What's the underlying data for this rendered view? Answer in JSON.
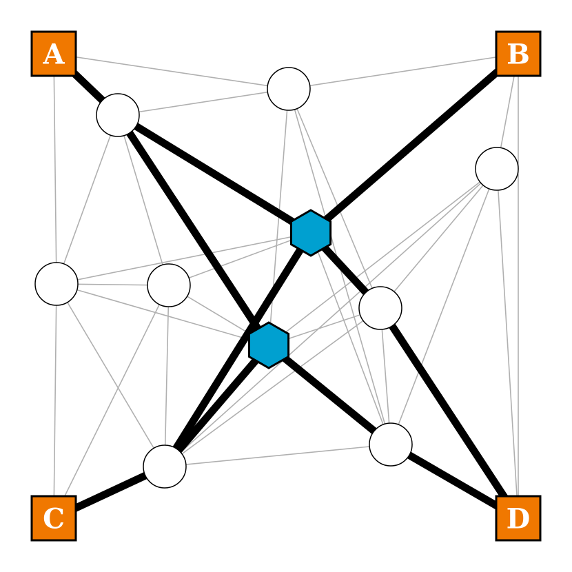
{
  "diagram": {
    "colors": {
      "terminal_fill": "#f07800",
      "hub_fill": "#00a0d0",
      "circle_fill": "#ffffff",
      "thin_edge": "#b0b0b0",
      "thick_edge": "#000000"
    },
    "terminals": [
      {
        "id": "A",
        "label": "A"
      },
      {
        "id": "B",
        "label": "B"
      },
      {
        "id": "C",
        "label": "C"
      },
      {
        "id": "D",
        "label": "D"
      }
    ],
    "hubs": [
      "H1",
      "H2"
    ],
    "circles": [
      "n1",
      "n2",
      "n3",
      "n4",
      "n5",
      "n6",
      "n7",
      "n8"
    ],
    "thick_edges": [
      [
        "A",
        "n1"
      ],
      [
        "n1",
        "H1"
      ],
      [
        "n1",
        "H2"
      ],
      [
        "B",
        "H1"
      ],
      [
        "H1",
        "n6"
      ],
      [
        "H1",
        "n8"
      ],
      [
        "H2",
        "n8"
      ],
      [
        "H2",
        "n7"
      ],
      [
        "n8",
        "C"
      ],
      [
        "n6",
        "D"
      ],
      [
        "n7",
        "D"
      ]
    ],
    "thin_edges": [
      [
        "A",
        "n2"
      ],
      [
        "A",
        "n3"
      ],
      [
        "n1",
        "n2"
      ],
      [
        "n2",
        "B"
      ],
      [
        "B",
        "n5"
      ],
      [
        "B",
        "D"
      ],
      [
        "n1",
        "n3"
      ],
      [
        "n1",
        "n4"
      ],
      [
        "n2",
        "H2"
      ],
      [
        "n2",
        "n6"
      ],
      [
        "n2",
        "n7"
      ],
      [
        "n5",
        "H2"
      ],
      [
        "n5",
        "n6"
      ],
      [
        "n5",
        "n7"
      ],
      [
        "n5",
        "n8"
      ],
      [
        "n5",
        "D"
      ],
      [
        "n3",
        "n4"
      ],
      [
        "n3",
        "H1"
      ],
      [
        "n3",
        "H2"
      ],
      [
        "n3",
        "n8"
      ],
      [
        "n3",
        "C"
      ],
      [
        "n4",
        "H1"
      ],
      [
        "n4",
        "H2"
      ],
      [
        "n4",
        "n8"
      ],
      [
        "n4",
        "C"
      ],
      [
        "n8",
        "n7"
      ],
      [
        "n8",
        "n6"
      ],
      [
        "n6",
        "n7"
      ],
      [
        "H2",
        "n6"
      ],
      [
        "H1",
        "n7"
      ]
    ]
  }
}
